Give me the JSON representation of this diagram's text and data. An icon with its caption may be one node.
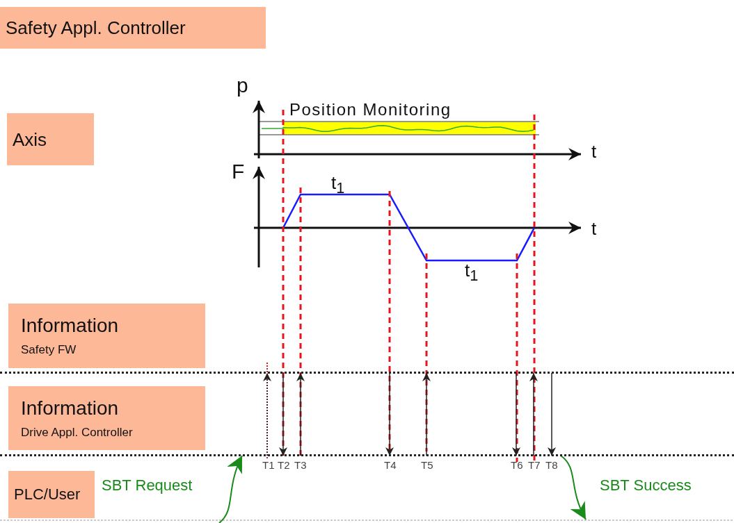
{
  "diagram": {
    "nodes": [
      {
        "text": [
          "Safety Appl. Controller"
        ]
      },
      {
        "text": [
          "Axis"
        ]
      },
      {
        "text": [
          "Information",
          "Safety FW"
        ]
      },
      {
        "text": [
          "Information",
          "Drive Appl. Controller"
        ]
      },
      {
        "text": [
          "PLC/User"
        ]
      }
    ],
    "edges": [
      {
        "from": 3,
        "to": 2,
        "arrow": "to",
        "style": "dashed"
      },
      {
        "from": 2,
        "to": 3,
        "arrow": "to"
      },
      {
        "from": 3,
        "to": 2,
        "arrow": "to"
      },
      {
        "from": 2,
        "to": 3,
        "arrow": "to"
      },
      {
        "from": 3,
        "to": 2,
        "arrow": "to"
      },
      {
        "from": 2,
        "to": 3,
        "arrow": "to"
      },
      {
        "from": 3,
        "to": 2,
        "arrow": "to"
      },
      {
        "from": 2,
        "to": 3,
        "arrow": "to"
      },
      {
        "from": null,
        "to": 3,
        "arrow": "to",
        "label": "SBT Request",
        "color": "#1a8a1a"
      },
      {
        "from": 3,
        "to": null,
        "arrow": "to",
        "label": "SBT Success",
        "color": "#1a8a1a"
      }
    ],
    "labels": [
      "p",
      "Position Monitoring",
      "t",
      "F",
      "t$_{1}$",
      "t",
      "t$_{1}$",
      "T1",
      "T2",
      "T3",
      "T4",
      "T5",
      "T6",
      "T7",
      "T8"
    ]
  }
}
